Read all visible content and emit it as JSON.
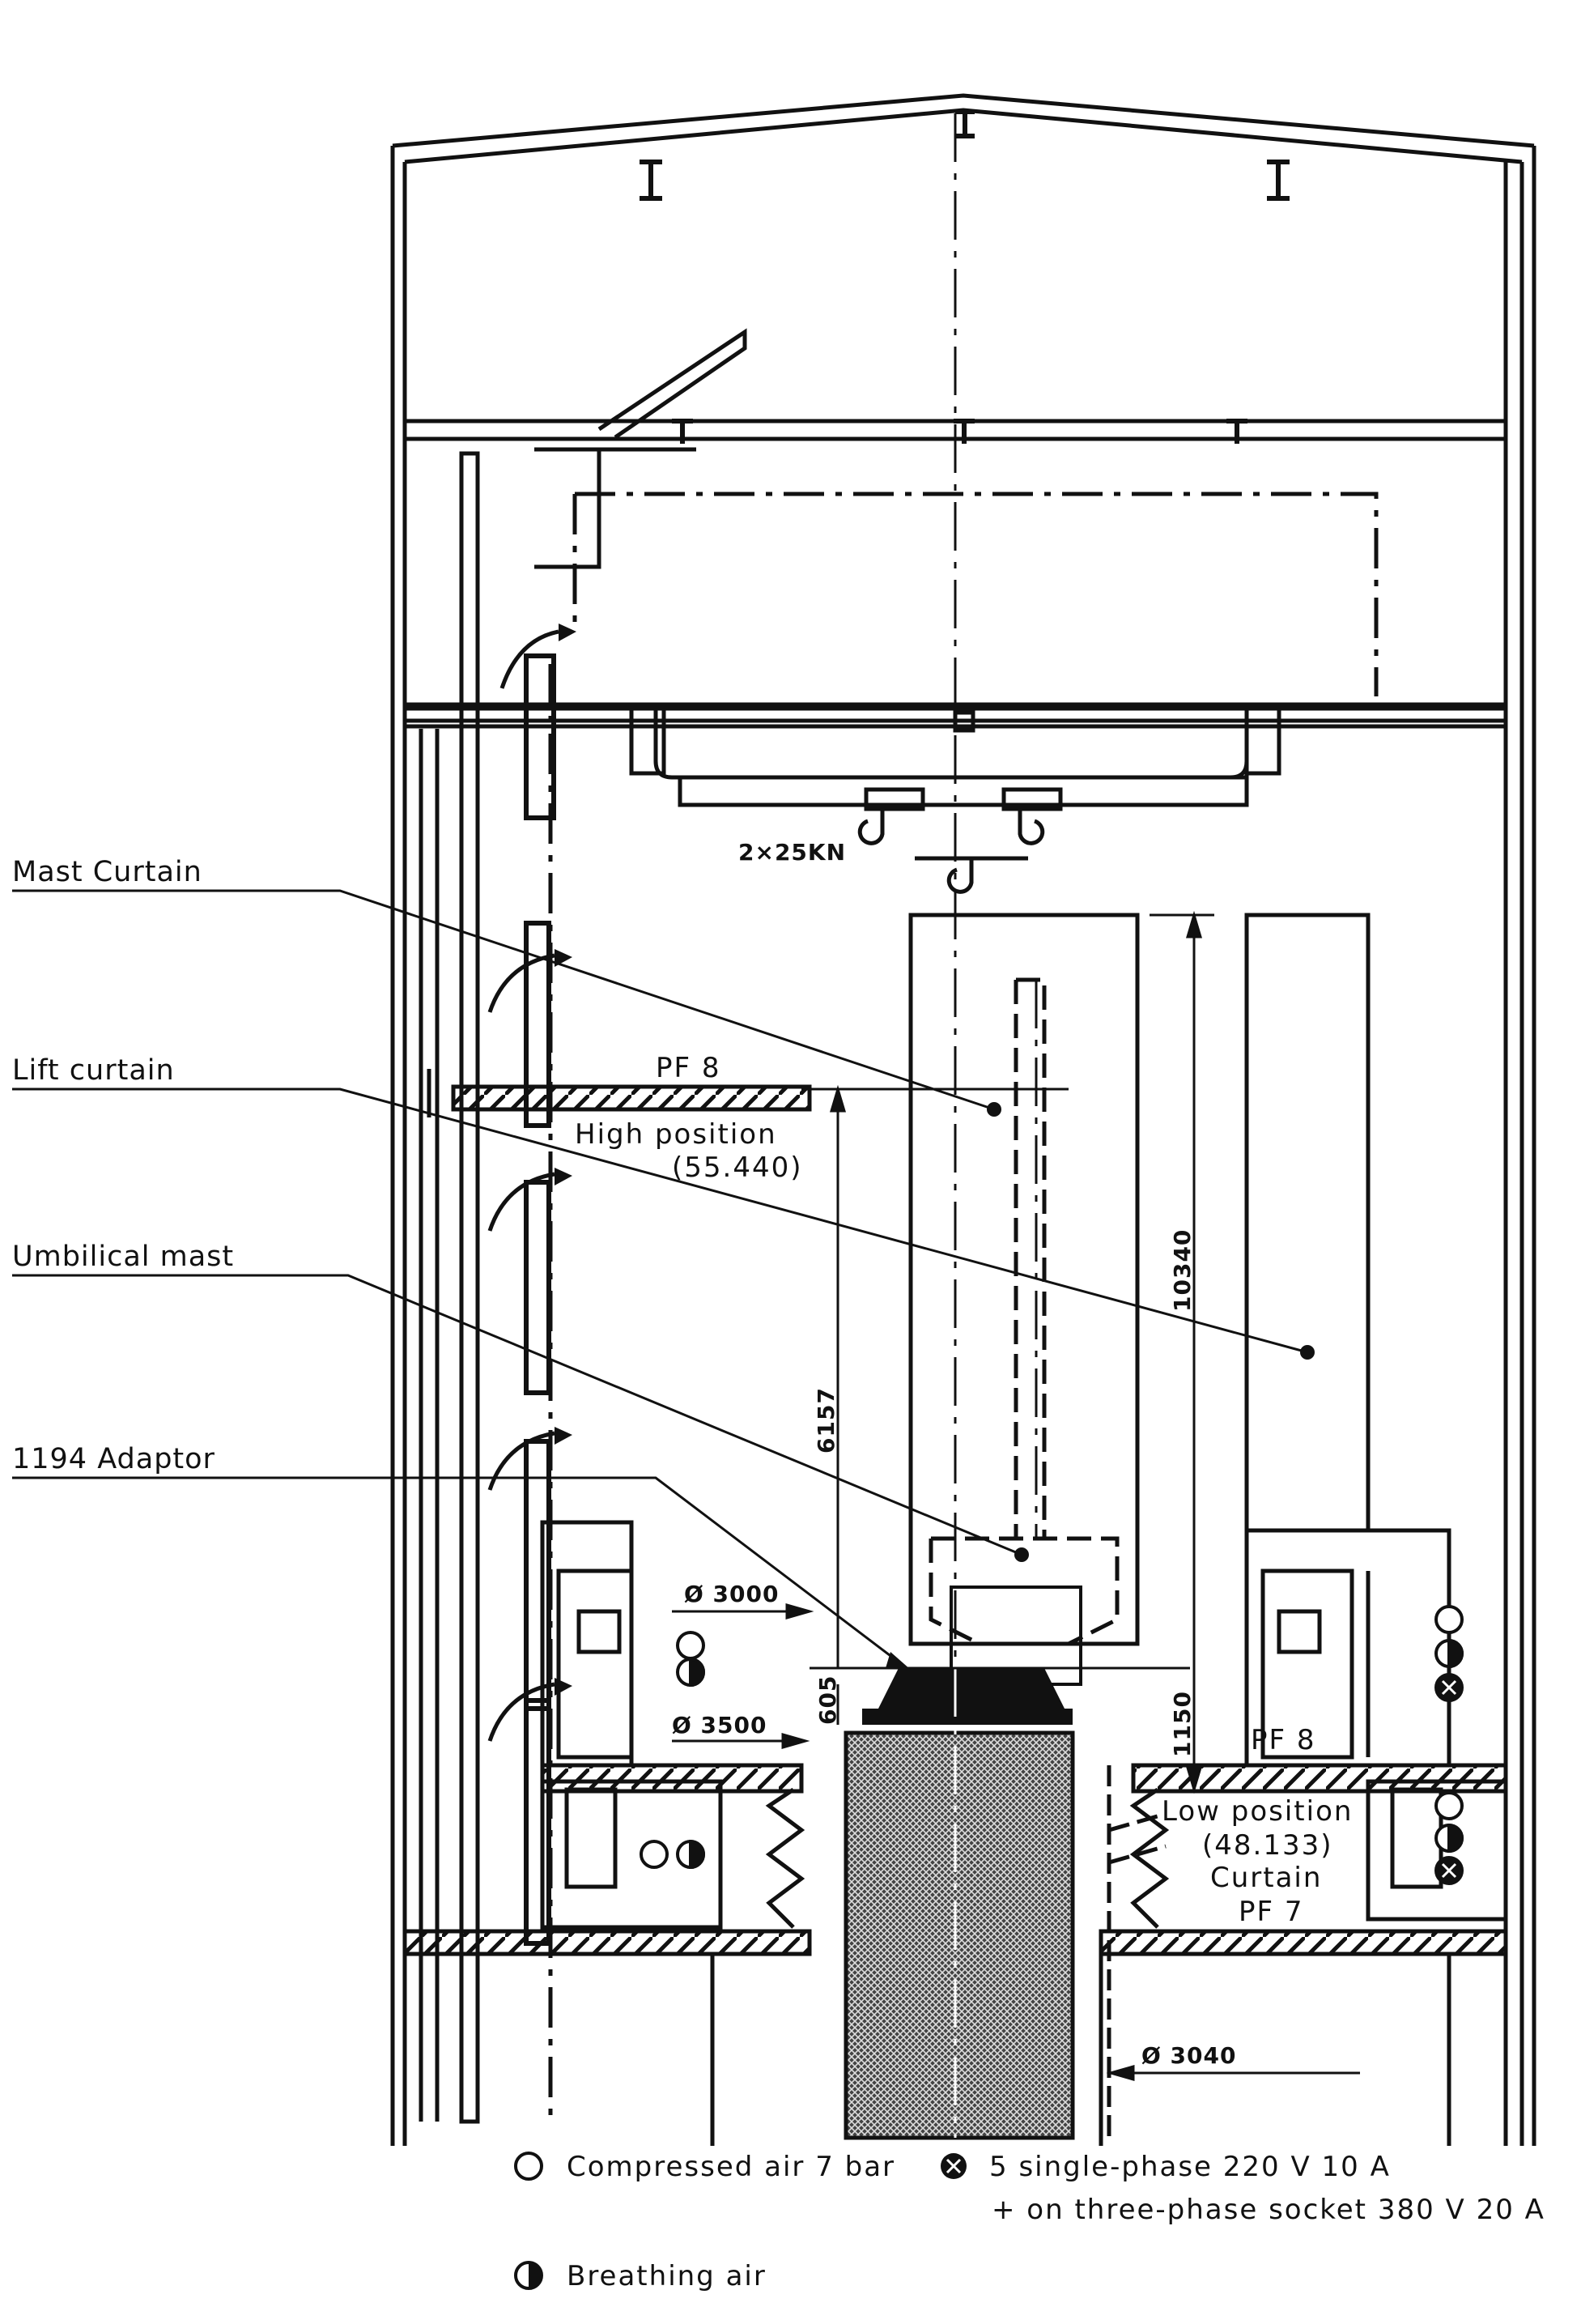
{
  "callouts": {
    "mast_curtain": "Mast Curtain",
    "lift_curtain": "Lift curtain",
    "umbilical_mast": "Umbilical mast",
    "adaptor": "1194 Adaptor"
  },
  "annotations": {
    "hoist_capacity": "2×25KN",
    "pf8_upper": "PF 8",
    "high_position": "High position",
    "high_elevation": "(55.440)",
    "pf8_lower": "PF 8",
    "low_position": "Low position",
    "low_elevation": "(48.133)",
    "curtain": "Curtain",
    "pf7": "PF 7"
  },
  "dimensions": {
    "d_6157": "6157",
    "d_10340": "10340",
    "d_605": "605",
    "d_1150": "1150",
    "dia_3000": "Ø 3000",
    "dia_3500": "Ø 3500",
    "dia_3040": "Ø 3040"
  },
  "legend": {
    "compressed_air": "Compressed air 7 bar",
    "breathing_air": "Breathing air",
    "electric_line1": "5  single-phase 220 V  10 A",
    "electric_line2": "+ on three-phase socket 380 V 20 A"
  }
}
